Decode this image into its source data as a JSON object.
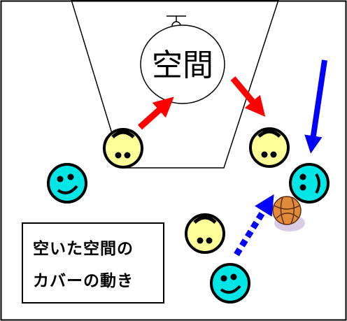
{
  "diagram": {
    "space_label": "空間",
    "caption": {
      "line1": "空いた空間の",
      "line2": "カバーの動き"
    }
  },
  "colors": {
    "outline": "#000000",
    "offense_face": "#00e5e5",
    "defense_face": "#ffff99",
    "pass_arrow": "#0000ff",
    "defense_arrow": "#ff0000",
    "ball": "#e08a3a"
  },
  "icons": [
    "smiley-face-icon",
    "basketball-icon",
    "basket-icon"
  ]
}
